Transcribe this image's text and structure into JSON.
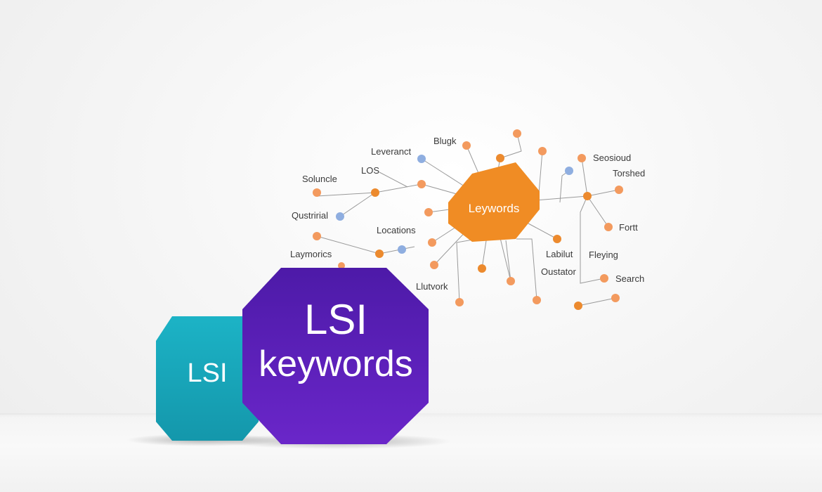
{
  "colors": {
    "background": "#f2f2f2",
    "orange_node": "#f39a5e",
    "orange_node_dark": "#ec8a2e",
    "blue_node": "#8faee0",
    "hub": "#f08c24",
    "purple_block": "#5b21b6",
    "teal_block": "#17a9bd"
  },
  "hub": {
    "label": "Leywords"
  },
  "front_block": {
    "line1": "LSI",
    "line2": "keywords"
  },
  "side_block": {
    "label": "LSI"
  },
  "network": {
    "labels": [
      "Blugk",
      "Leveranct",
      "LOS",
      "Soluncle",
      "Qustririal",
      "Locations",
      "Laymorics",
      "Llutvork",
      "Seosioud",
      "Torshed",
      "Fortt",
      "Labilut",
      "Fleying",
      "Oustator",
      "Search"
    ]
  }
}
